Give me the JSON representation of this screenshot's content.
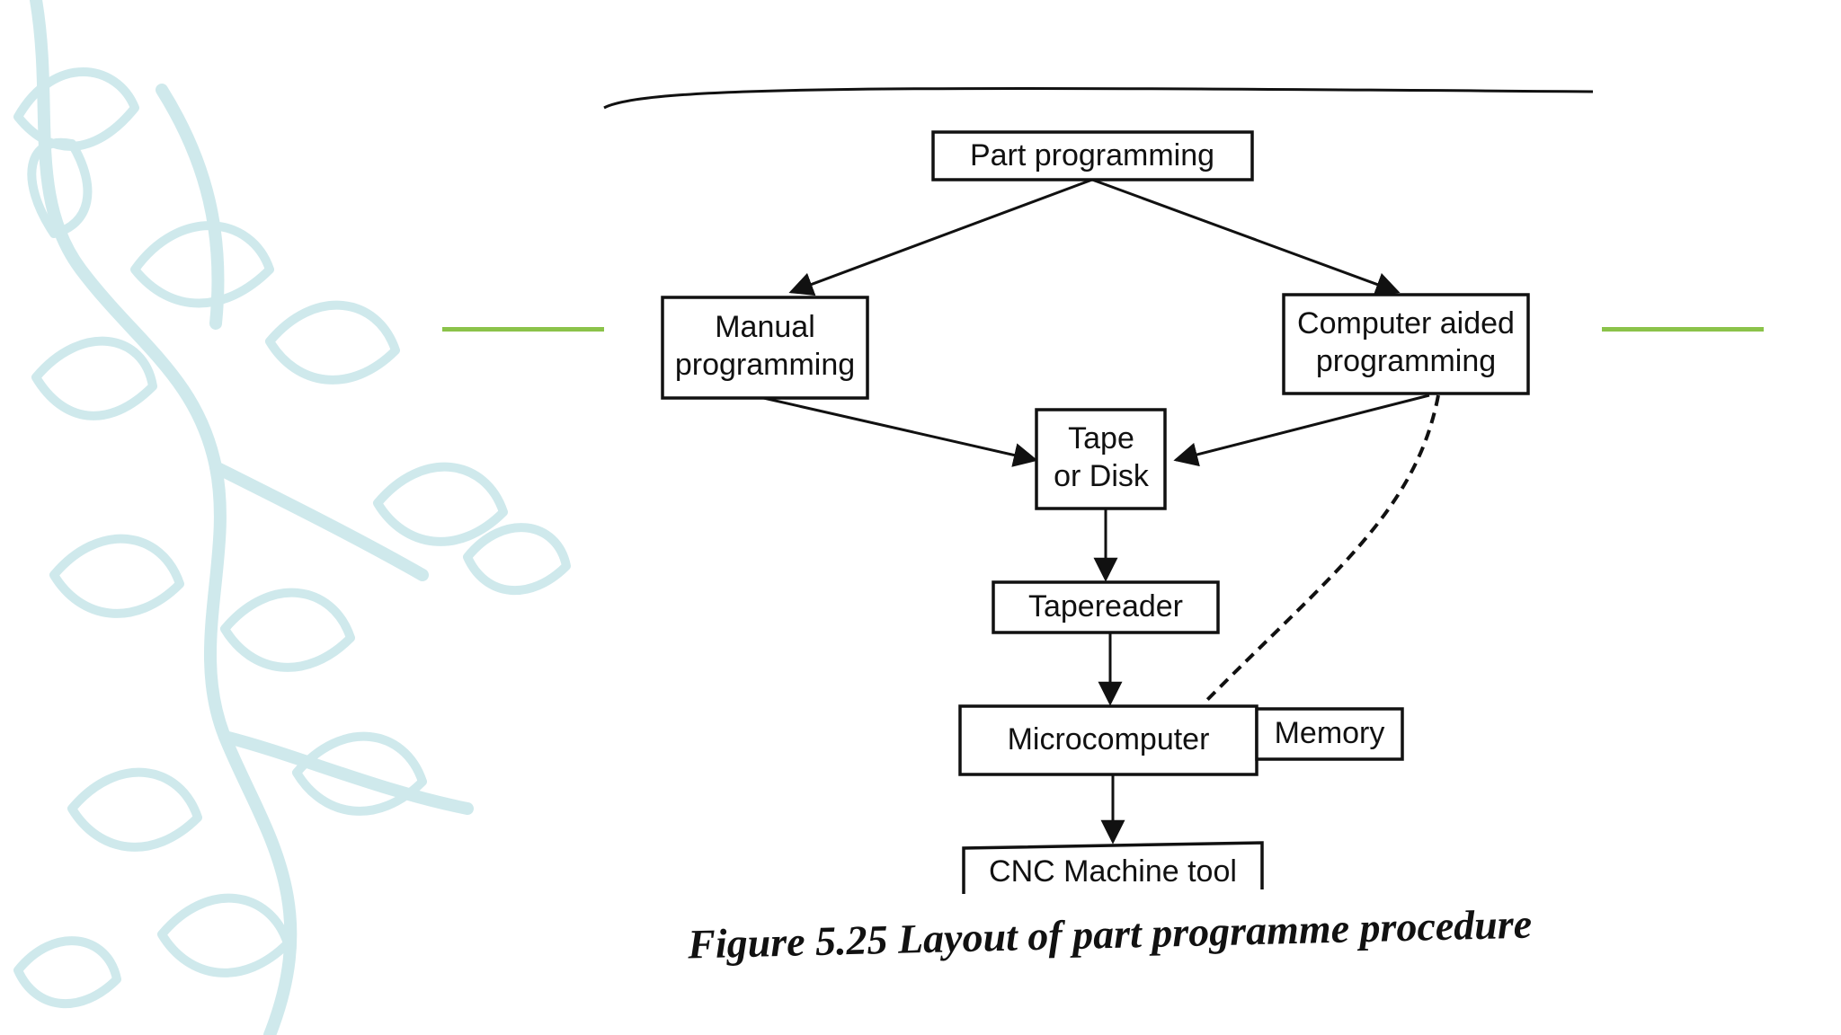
{
  "theme": {
    "accent": "#8bc34a",
    "vine": "#cfe9ec",
    "ink": "#111111"
  },
  "diagram": {
    "nodes": {
      "part_programming": "Part programming",
      "manual_line1": "Manual",
      "manual_line2": "programming",
      "computer_line1": "Computer aided",
      "computer_line2": "programming",
      "tape_line1": "Tape",
      "tape_line2": "or Disk",
      "tapereader": "Tapereader",
      "microcomputer": "Microcomputer",
      "memory": "Memory",
      "cnc_machine_tool": "CNC Machine tool"
    },
    "caption": "Figure 5.25 Layout of part programme procedure"
  }
}
